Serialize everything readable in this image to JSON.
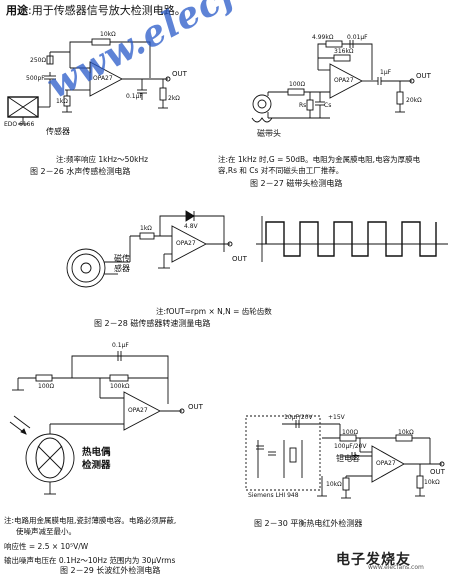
{
  "header": {
    "label": "用途",
    "text": ":用于传感器信号放大检测电路。"
  },
  "fig26": {
    "res_top": "10kΩ",
    "c_sw": "250Ω",
    "c_500": "500pF",
    "r_1k": "1kΩ",
    "op": "OPA27",
    "c_01": "0.1μF",
    "r_2k": "2kΩ",
    "out": "OUT",
    "sensor_model": "EDO 6166",
    "sensor_name": "传感器",
    "note": "注:频率响应 1kHz～50kHz",
    "caption": "图 2－26   水声传感检测电路"
  },
  "fig27": {
    "r_top": "4.99kΩ",
    "c_top": "0.01μF",
    "r_316": "316kΩ",
    "r_100": "100Ω",
    "rs": "Rs",
    "cs": "Cs",
    "op": "OPA27",
    "c_1u": "1μF",
    "r_20k": "20kΩ",
    "out": "OUT",
    "head": "磁带头",
    "note1": "注:在 1kHz 时,G = 50dB。电阻为金属膜电阻,电容为厚膜电",
    "note2": "容,Rs 和 Cs 对不同磁头由工厂推荐。",
    "caption": "图 2－27   磁带头检测电路"
  },
  "fig28": {
    "zener": "4.8V",
    "r_1k": "1kΩ",
    "op": "OPA27",
    "sensor": "磁传感器",
    "out": "OUT",
    "note": "注:fOUT=rpm × N,N = 齿轮齿数",
    "caption": "图 2－28   磁传感器转速测量电路"
  },
  "fig29": {
    "c_01": "0.1μF",
    "r_100": "100Ω",
    "r_100k": "100kΩ",
    "op": "OPA27",
    "out": "OUT",
    "sensor": "热电偶",
    "sensor2": "检测器",
    "note1": "注:电路用金属膜电阻,瓷封薄膜电容。电路必须屏蔽,",
    "note2": "使噪声减至最小。",
    "note3": "响应性 = 2.5 × 10⁵V/W",
    "note4": "输出噪声电压在 0.1Hz～10Hz 范围内为 30μVrms",
    "caption": "图 2－29   长波红外检测电路"
  },
  "fig30": {
    "c_top": "10μF/20V",
    "vcc": "+15V",
    "r_100": "100Ω",
    "r_10k": "10kΩ",
    "c_100": "100μF/20V",
    "tant": "钽电容",
    "op": "OPA27",
    "r_10k2": "10kΩ",
    "out": "OUT",
    "r_10k3": "10kΩ",
    "sensor": "Siemens LHI 948",
    "caption": "图 2－30   平衡热电红外检测器"
  },
  "watermark": "www.elecfans.com",
  "logo": {
    "text": "电子发烧友",
    "sub": "www.elecfans.com"
  }
}
